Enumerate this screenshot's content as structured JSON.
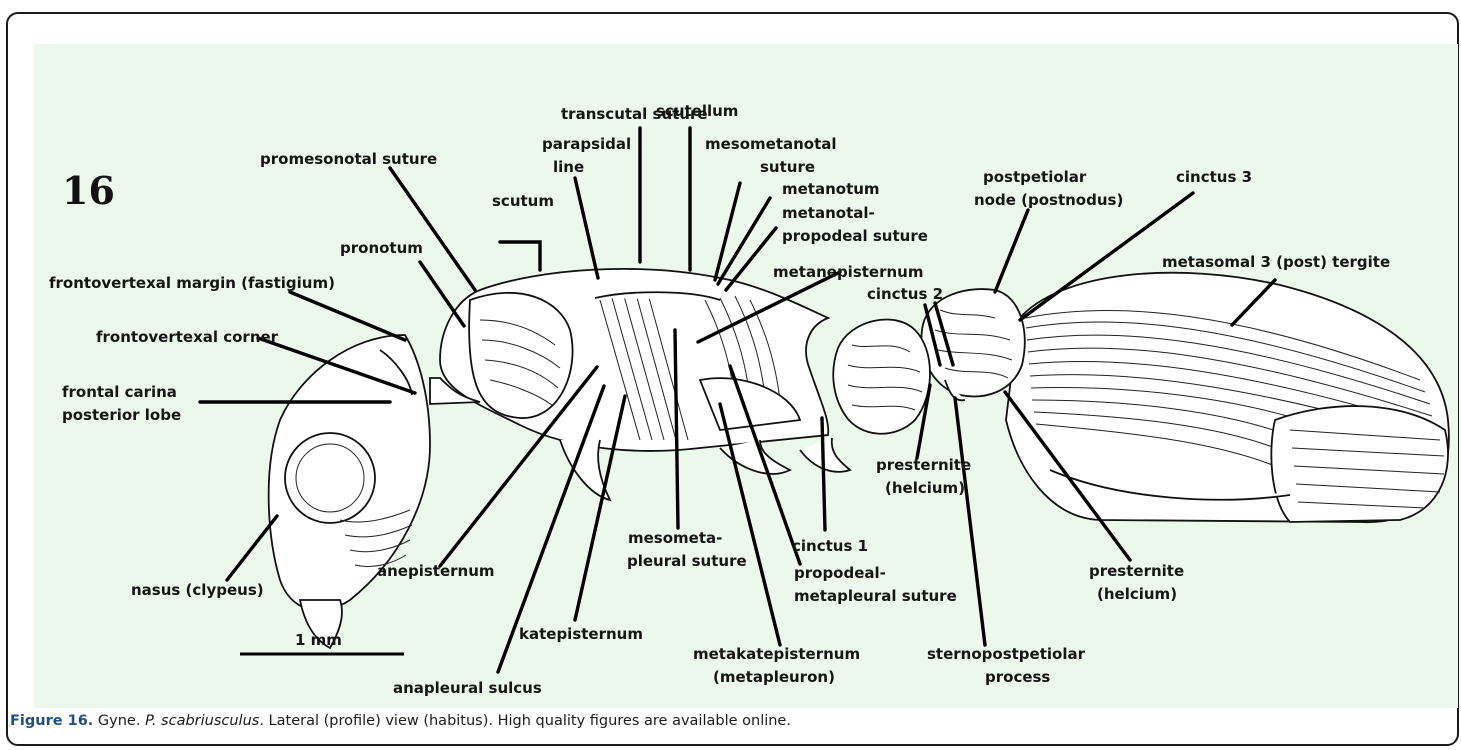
{
  "figure_number": "16",
  "scale_bar": {
    "label": "1 mm"
  },
  "labels": {
    "transcutal_suture": "transcutal suture",
    "scutellum": "scutellum",
    "parapsidal_line_1": "parapsidal",
    "parapsidal_line_2": "line",
    "mesometanotal_suture_1": "mesometanotal",
    "mesometanotal_suture_2": "suture",
    "promesonotal_suture": "promesonotal suture",
    "scutum": "scutum",
    "metanotum": "metanotum",
    "metanotal_propodeal_suture_1": "metanotal-",
    "metanotal_propodeal_suture_2": "propodeal suture",
    "postpetiolar_node_1": "postpetiolar",
    "postpetiolar_node_2": "node (postnodus)",
    "cinctus_3": "cinctus 3",
    "metasomal_3_tergite": "metasomal 3 (post) tergite",
    "pronotum": "pronotum",
    "metanepisternum": "metanepisternum",
    "cinctus_2": "cinctus 2",
    "frontovertexal_margin": "frontovertexal margin (fastigium)",
    "frontovertexal_corner": "frontovertexal corner",
    "frontal_carina_1": "frontal carina",
    "frontal_carina_2": "posterior lobe",
    "presternite_upper_1": "presternite",
    "presternite_upper_2": "(helcium)",
    "presternite_right_1": "presternite",
    "presternite_right_2": "(helcium)",
    "mesometapleural_suture_1": "mesometa-",
    "mesometapleural_suture_2": "pleural suture",
    "cinctus_1": "cinctus 1",
    "propodeal_metapleural_suture_1": "propodeal-",
    "propodeal_metapleural_suture_2": "metapleural suture",
    "anepisternum": "anepisternum",
    "nasus": "nasus (clypeus)",
    "katepisternum": "katepisternum",
    "metakatepisternum_1": "metakatepisternum",
    "metakatepisternum_2": "(metapleuron)",
    "sternopostpetiolar_1": "sternopostpetiolar",
    "sternopostpetiolar_2": "process",
    "anapleural_sulcus": "anapleural sulcus"
  },
  "caption": {
    "figure_label": "Figure 16.",
    "text_1": " Gyne. ",
    "species": "P.  scabriusculus",
    "text_2": ". Lateral (profile) view (habitus). High quality figures are available online."
  },
  "colors": {
    "panel_background": "#edf8ec",
    "caption_figure_label": "#1f4e8c",
    "ink": "#000000"
  }
}
